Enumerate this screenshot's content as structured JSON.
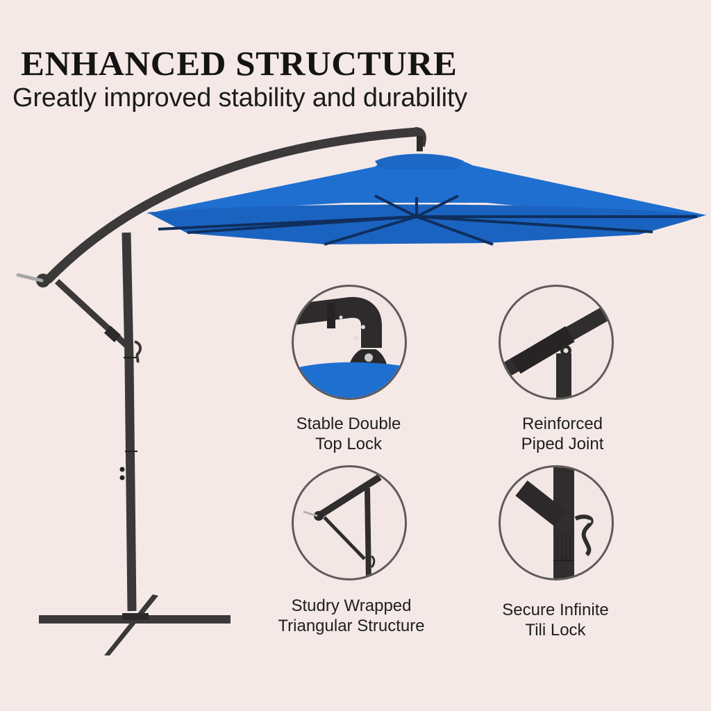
{
  "header": {
    "title": "ENHANCED STRUCTURE",
    "subtitle": "Greatly improved stability and durability"
  },
  "product": {
    "name": "cantilever-patio-umbrella",
    "canopy_color": "#1f6fd0",
    "frame_color": "#3a3838",
    "background_color": "#f5e9e7"
  },
  "features": [
    {
      "icon": "double-top-lock-closeup",
      "line1": "Stable Double",
      "line2": "Top Lock"
    },
    {
      "icon": "piped-joint-closeup",
      "line1": "Reinforced",
      "line2": "Piped Joint"
    },
    {
      "icon": "triangular-structure-closeup",
      "line1": "Studry Wrapped",
      "line2": "Triangular Structure"
    },
    {
      "icon": "tilt-lock-closeup",
      "line1": "Secure Infinite",
      "line2": "Tili Lock"
    }
  ]
}
